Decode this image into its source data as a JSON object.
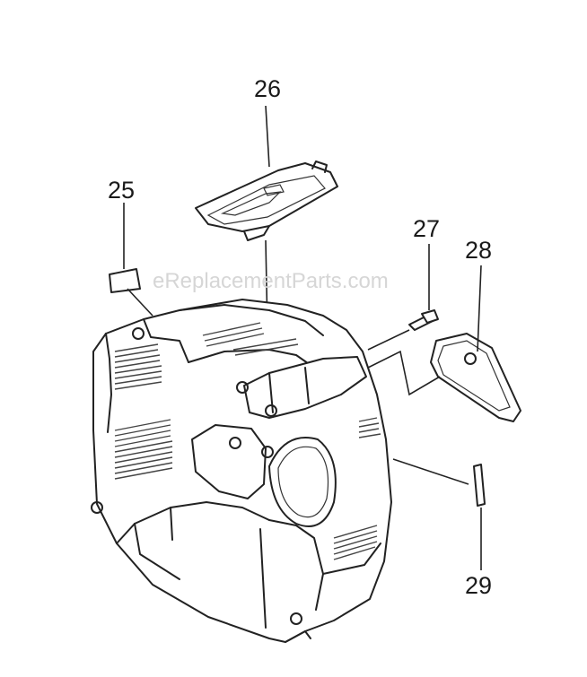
{
  "watermark": "eReplacementParts.com",
  "callouts": [
    {
      "id": "part-25",
      "label": "25"
    },
    {
      "id": "part-26",
      "label": "26"
    },
    {
      "id": "part-27",
      "label": "27"
    },
    {
      "id": "part-28",
      "label": "28"
    },
    {
      "id": "part-29",
      "label": "29"
    }
  ]
}
